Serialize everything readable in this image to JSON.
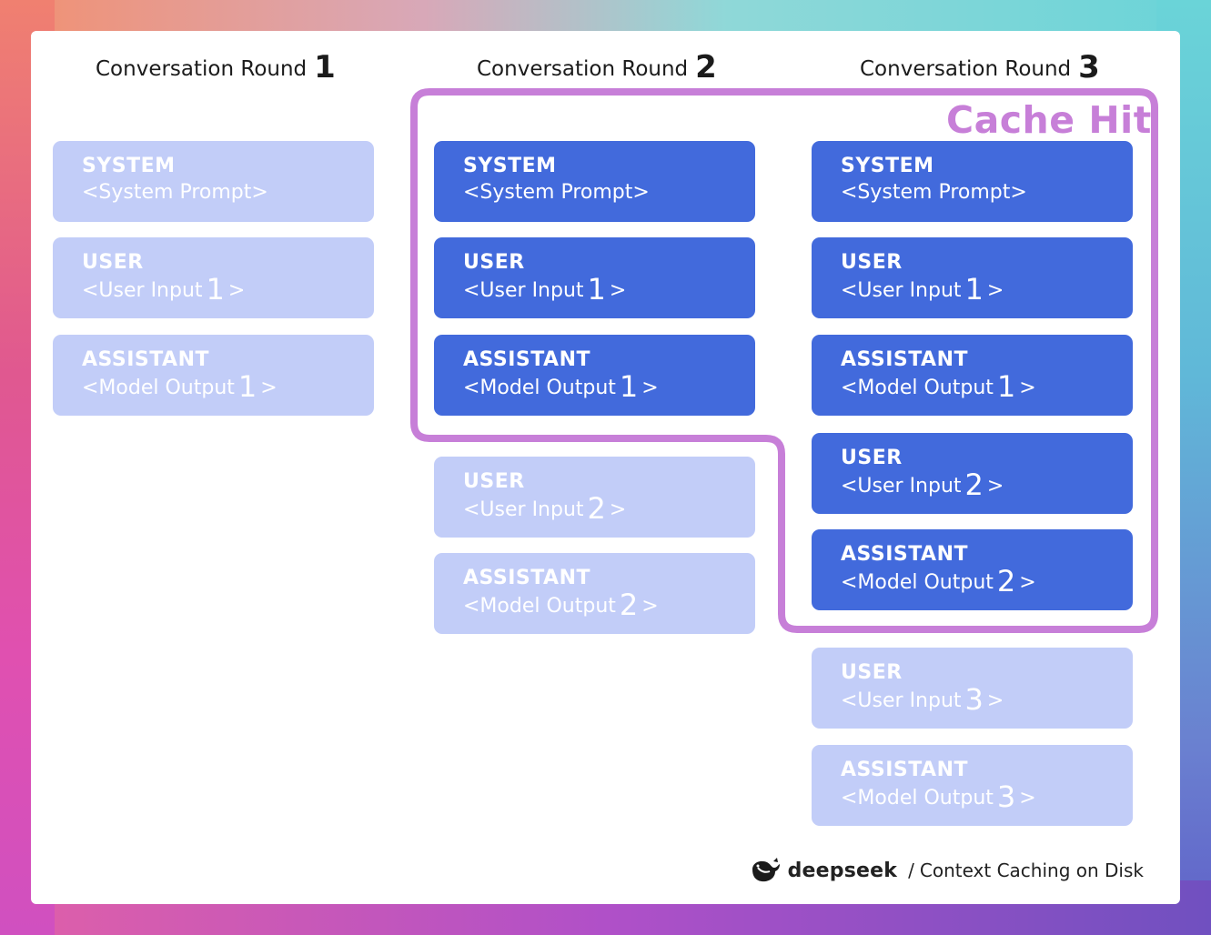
{
  "rounds": [
    {
      "label": "Conversation Round",
      "number": "1"
    },
    {
      "label": "Conversation Round",
      "number": "2"
    },
    {
      "label": "Conversation Round",
      "number": "3"
    }
  ],
  "cache_label": "Cache Hit",
  "messages": {
    "system": {
      "role": "SYSTEM",
      "content": "<System Prompt>"
    },
    "user1": {
      "role": "USER",
      "pre": "<User Input",
      "n": "1",
      "post": ">"
    },
    "assistant1": {
      "role": "ASSISTANT",
      "pre": "<Model Output",
      "n": "1",
      "post": ">"
    },
    "user2": {
      "role": "USER",
      "pre": "<User Input",
      "n": "2",
      "post": ">"
    },
    "assistant2": {
      "role": "ASSISTANT",
      "pre": "<Model Output",
      "n": "2",
      "post": ">"
    },
    "user3": {
      "role": "USER",
      "pre": "<User Input",
      "n": "3",
      "post": ">"
    },
    "assistant3": {
      "role": "ASSISTANT",
      "pre": "<Model Output",
      "n": "3",
      "post": ">"
    }
  },
  "footer": {
    "brand": "deepseek",
    "separator": "/",
    "caption": "Context Caching on Disk",
    "logo_icon": "whale-icon"
  },
  "colors": {
    "cached_block": "#426adc",
    "uncached_block": "#c2cdf8",
    "cache_outline": "#c77fd8"
  }
}
